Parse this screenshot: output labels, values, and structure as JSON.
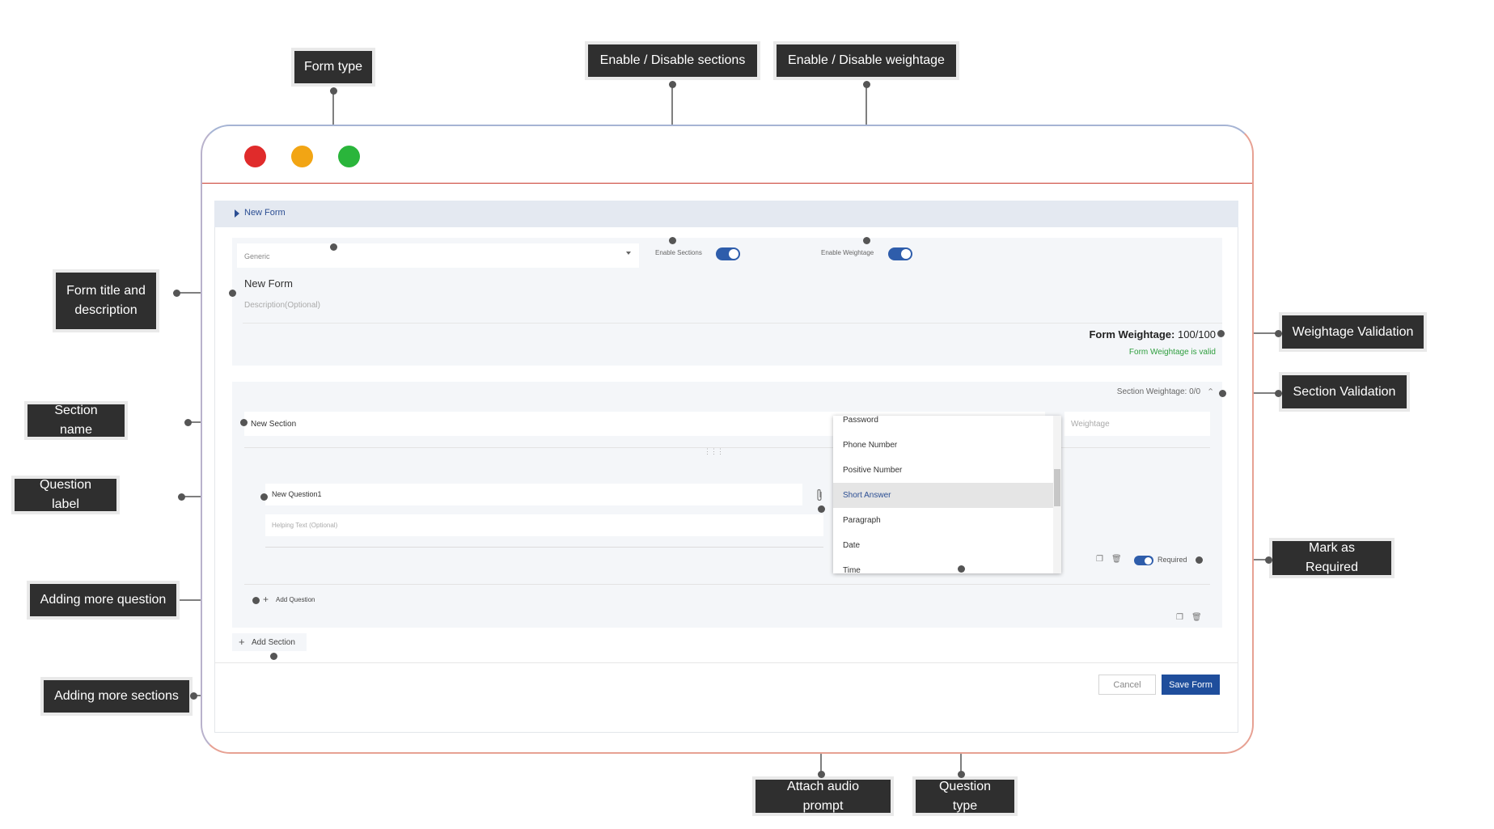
{
  "callouts": {
    "form_type": "Form type",
    "enable_sections": "Enable / Disable sections",
    "enable_weightage": "Enable / Disable weightage",
    "form_title_line1": "Form title and",
    "form_title_line2": "description",
    "weightage_validation": "Weightage Validation",
    "section_validation": "Section Validation",
    "section_name": "Section name",
    "question_label": "Question label",
    "mark_required": "Mark as Required",
    "adding_question": "Adding more question",
    "adding_sections": "Adding more sections",
    "attach_audio": "Attach audio prompt",
    "question_type": "Question type"
  },
  "window": {
    "colors": {
      "close": "#e02b2b",
      "minimize": "#f2a514",
      "maximize": "#2ab53b"
    }
  },
  "breadcrumb": {
    "label": "New Form"
  },
  "form": {
    "type_value": "Generic",
    "enable_sections_label": "Enable Sections",
    "enable_weightage_label": "Enable Weightage",
    "enable_sections_on": true,
    "enable_weightage_on": true,
    "title": "New Form",
    "description_placeholder": "Description(Optional)",
    "weightage_label": "Form Weightage:",
    "weightage_value": "100/100",
    "weightage_status": "Form Weightage is valid"
  },
  "section": {
    "weightage_label": "Section Weightage: 0/0",
    "name": "New Section",
    "weightage_placeholder": "Weightage",
    "question": {
      "label": "New Question1",
      "helping_placeholder": "Helping Text (Optional)",
      "required_label": "Required",
      "required_on": true
    },
    "add_question": "Add Question"
  },
  "question_types": {
    "items": [
      "Password",
      "Phone Number",
      "Positive Number",
      "Short Answer",
      "Paragraph",
      "Date",
      "Time"
    ],
    "selected": "Short Answer"
  },
  "footer": {
    "add_section": "Add Section",
    "cancel": "Cancel",
    "save": "Save Form"
  },
  "colors": {
    "accent": "#1f4e9c",
    "valid": "#2e9e3e",
    "callout_bg": "#2f2f2f"
  }
}
